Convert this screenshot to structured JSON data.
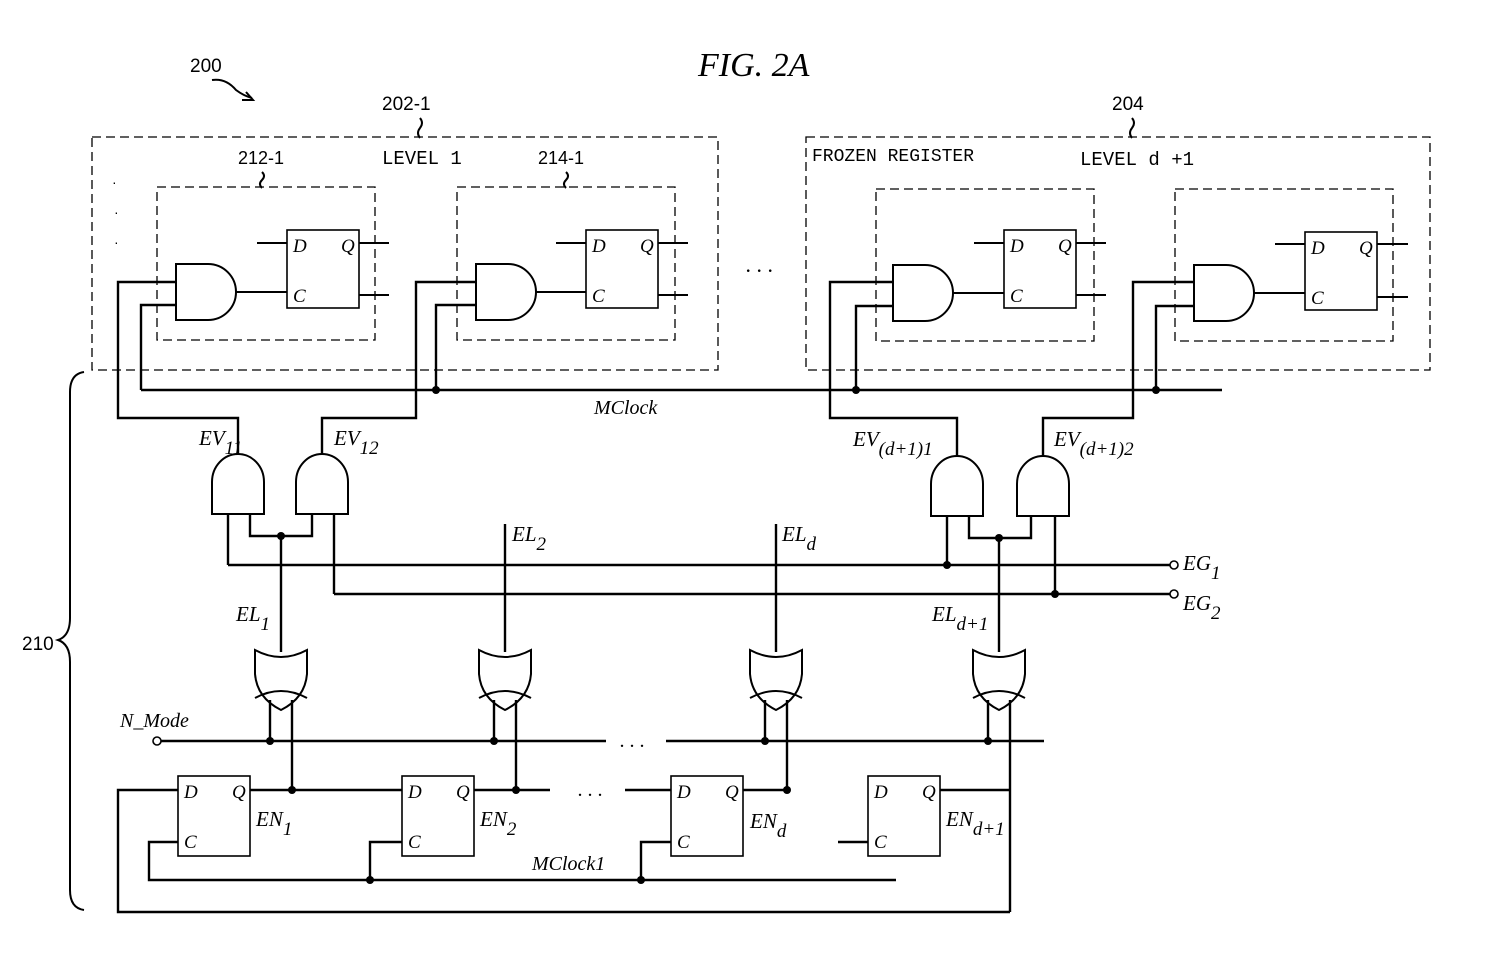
{
  "figure": {
    "title": "FIG. 2A",
    "ref_circuit": "200",
    "ref_level1": "202-1",
    "ref_frozen": "204",
    "ref_cell_a": "212-1",
    "ref_cell_b": "214-1",
    "ref_control": "210",
    "level1_label": "LEVEL 1",
    "frozen_label": "FROZEN REGISTER",
    "level_d_label": "LEVEL d +1",
    "ellipsis": ". . ."
  },
  "cell": {
    "d": "D",
    "q": "Q",
    "c": "C"
  },
  "signals": {
    "mclock": "MClock",
    "mclock1": "MClock1",
    "n_mode": "N_Mode",
    "ev11": {
      "base": "EV",
      "sub": "11"
    },
    "ev12": {
      "base": "EV",
      "sub": "12"
    },
    "evd1": {
      "base": "EV",
      "sub": "(d+1)1"
    },
    "evd2": {
      "base": "EV",
      "sub": "(d+1)2"
    },
    "eg1": {
      "base": "EG",
      "sub": "1"
    },
    "eg2": {
      "base": "EG",
      "sub": "2"
    },
    "el1": {
      "base": "EL",
      "sub": "1"
    },
    "el2": {
      "base": "EL",
      "sub": "2"
    },
    "eld": {
      "base": "EL",
      "sub": "d"
    },
    "eld1": {
      "base": "EL",
      "sub": "d+1"
    },
    "en1": {
      "base": "EN",
      "sub": "1"
    },
    "en2": {
      "base": "EN",
      "sub": "2"
    },
    "end": {
      "base": "EN",
      "sub": "d"
    },
    "end1": {
      "base": "EN",
      "sub": "d+1"
    }
  }
}
